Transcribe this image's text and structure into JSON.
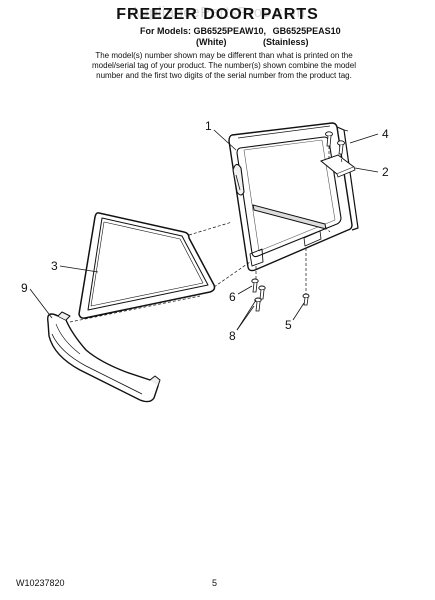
{
  "watermark": "AppliancePartsPros.com",
  "header": {
    "title": "FREEZER DOOR PARTS",
    "models_prefix": "For Models:",
    "model_1": "GB6525PEAW10,",
    "model_2": "GB6525PEAS10",
    "color_1": "(White)",
    "color_2": "(Stainless)",
    "note": "The model(s) number shown may be different than what is printed on the model/serial tag of your product. The number(s) shown combine the model number and the first two digits of the serial number from the product tag."
  },
  "callouts": {
    "c1": "1",
    "c2": "2",
    "c3": "3",
    "c4": "4",
    "c5": "5",
    "c6": "6",
    "c8": "8",
    "c9": "9"
  },
  "footer": {
    "doc_number": "W10237820",
    "page_number": "5"
  }
}
